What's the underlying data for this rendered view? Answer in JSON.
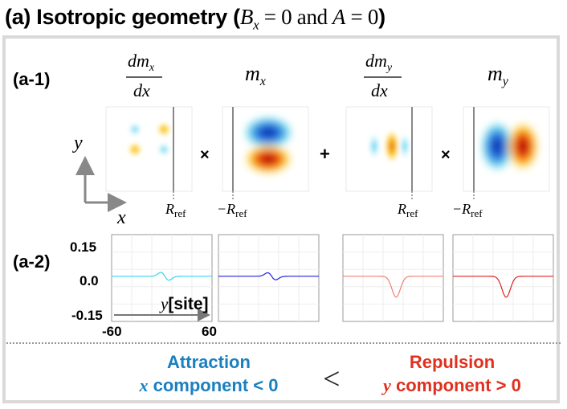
{
  "title": {
    "prefix": "(a) Isotropic geometry (",
    "b": "B",
    "b_sub": "x",
    "eq1": " = 0 ",
    "and": "and",
    "a": " A",
    "eq2": " = 0",
    "suffix": ")"
  },
  "row1": {
    "label": "(a-1)",
    "headers": [
      {
        "num": "dm",
        "num_sub": "x",
        "den": "dx"
      },
      {
        "var": "m",
        "sub": "x"
      },
      {
        "num": "dm",
        "num_sub": "y",
        "den": "dx"
      },
      {
        "var": "m",
        "sub": "y"
      }
    ],
    "ops": [
      "×",
      "+",
      "×"
    ],
    "rref_labels": [
      "R",
      "−R",
      "R",
      "−R"
    ],
    "rref_sub": "ref",
    "axis_y": "y",
    "axis_x": "x"
  },
  "row2": {
    "label": "(a-2)",
    "yticks": [
      "0.15",
      "0.0",
      "-0.15"
    ],
    "xticks": [
      "-60",
      "60"
    ],
    "xlabel_var": "y",
    "xlabel_unit": "[site]",
    "colors": [
      "#33d6f0",
      "#2222dd",
      "#f08070",
      "#e02020"
    ]
  },
  "bottom": {
    "left_line1": "Attraction",
    "left_line2_var": "x",
    "left_line2": " component < 0",
    "left_color": "#1a7fc0",
    "relation": "<",
    "right_line1": "Repulsion",
    "right_line2_var": "y",
    "right_line2": " component > 0",
    "right_color": "#e0301e"
  }
}
